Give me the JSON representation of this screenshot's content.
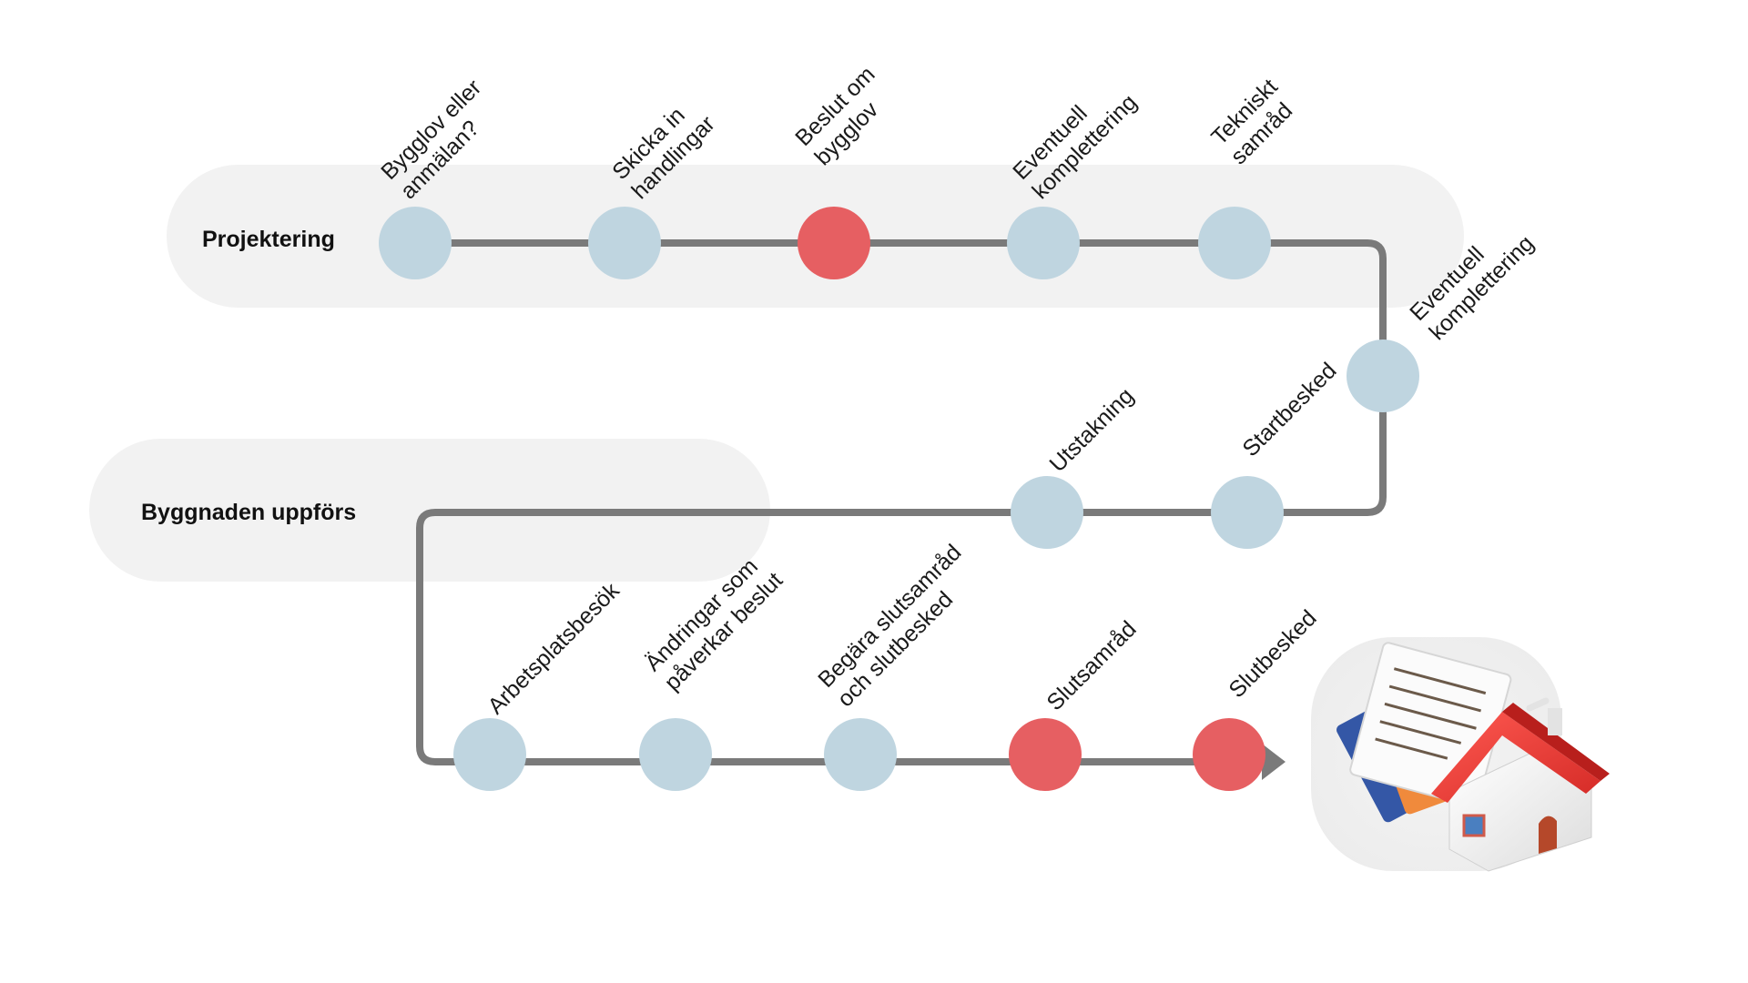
{
  "colors": {
    "band": "#f2f2f2",
    "line": "#7a7a7a",
    "step_default": "#bfd5e0",
    "step_highlight": "#e65f62"
  },
  "phases": [
    {
      "id": "projektering",
      "label": "Projektering"
    },
    {
      "id": "byggnaden",
      "label": "Byggnaden uppförs"
    }
  ],
  "steps": [
    {
      "id": "bygglov-anmalan",
      "lines": [
        "Bygglov eller",
        "anmälan?"
      ],
      "highlight": false
    },
    {
      "id": "skicka-in",
      "lines": [
        "Skicka in",
        "handlingar"
      ],
      "highlight": false
    },
    {
      "id": "beslut-bygglov",
      "lines": [
        "Beslut om",
        "bygglov"
      ],
      "highlight": true
    },
    {
      "id": "komplettering-1",
      "lines": [
        "Eventuell",
        "komplettering"
      ],
      "highlight": false
    },
    {
      "id": "tekniskt-samrad",
      "lines": [
        "Tekniskt",
        "samråd"
      ],
      "highlight": false
    },
    {
      "id": "komplettering-2",
      "lines": [
        "Eventuell",
        "komplettering"
      ],
      "highlight": false
    },
    {
      "id": "startbesked",
      "lines": [
        "Startbesked"
      ],
      "highlight": false
    },
    {
      "id": "utstakning",
      "lines": [
        "Utstakning"
      ],
      "highlight": false
    },
    {
      "id": "arbetsplatsbesok",
      "lines": [
        "Arbetsplatsbesök"
      ],
      "highlight": false
    },
    {
      "id": "andringar",
      "lines": [
        "Ändringar som",
        "påverkar beslut"
      ],
      "highlight": false
    },
    {
      "id": "begara-slutsamrad",
      "lines": [
        "Begära slutsamråd",
        "och slutbesked"
      ],
      "highlight": false
    },
    {
      "id": "slutsamrad",
      "lines": [
        "Slutsamråd"
      ],
      "highlight": true
    },
    {
      "id": "slutbesked",
      "lines": [
        "Slutbesked"
      ],
      "highlight": true
    }
  ],
  "end_image": {
    "icon": "house-with-documents-icon"
  }
}
